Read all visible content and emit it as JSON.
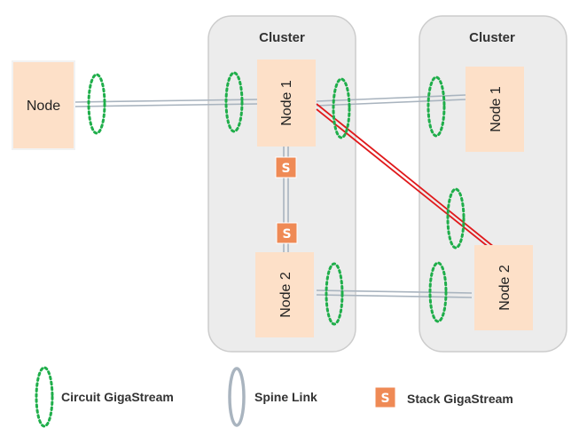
{
  "colors": {
    "cluster_fill": "#ececec",
    "cluster_stroke": "#cccccc",
    "node_fill": "#fde0c8",
    "spine_link": "#a9b4bf",
    "red_link": "#e0191b",
    "circuit_gigastream": "#1fae4a",
    "stack_gigastream": "#ef8a55"
  },
  "clusters": [
    {
      "title": "Cluster"
    },
    {
      "title": "Cluster"
    }
  ],
  "nodes": {
    "standalone": "Node",
    "cluster1_node1": "Node 1",
    "cluster1_node2": "Node 2",
    "cluster2_node1": "Node 1",
    "cluster2_node2": "Node 2"
  },
  "stack_symbol": "S",
  "legend": {
    "circuit_gigastream": {
      "icon": "dotted-ellipse-icon",
      "label": "Circuit GigaStream"
    },
    "spine_link": {
      "icon": "spine-link-icon",
      "label": "Spine Link"
    },
    "stack_gigastream": {
      "icon": "stack-gigastream-icon",
      "label": "Stack GigaStream"
    }
  }
}
